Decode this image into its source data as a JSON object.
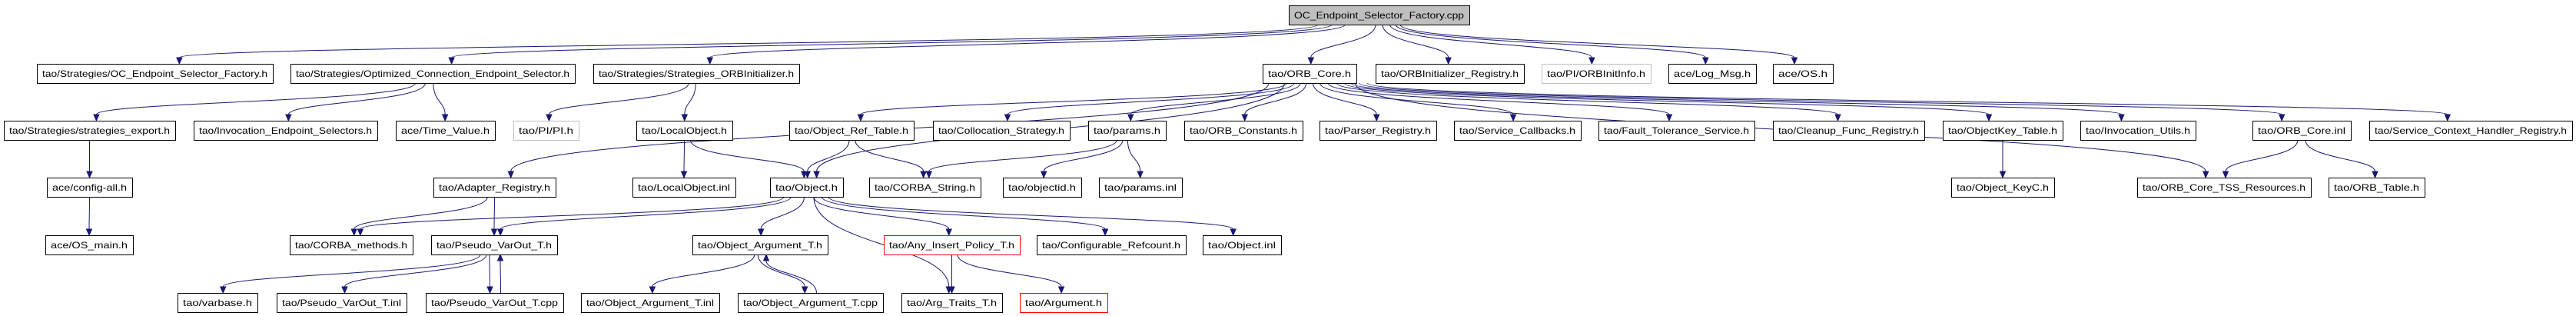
{
  "graph": {
    "edge_color": "#191970",
    "root_fill": "#bfbfbf",
    "nodes": [
      {
        "id": "root",
        "label": "OC_Endpoint_Selector_Factory.cpp",
        "style": "root"
      },
      {
        "id": "ocf_h",
        "label": "tao/Strategies/OC_Endpoint_Selector_Factory.h",
        "style": "normal"
      },
      {
        "id": "oces_h",
        "label": "tao/Strategies/Optimized_Connection_Endpoint_Selector.h",
        "style": "normal"
      },
      {
        "id": "sorbi_h",
        "label": "tao/Strategies/Strategies_ORBInitializer.h",
        "style": "normal"
      },
      {
        "id": "orbcore_h",
        "label": "tao/ORB_Core.h",
        "style": "normal"
      },
      {
        "id": "orbireg_h",
        "label": "tao/ORBInitializer_Registry.h",
        "style": "normal"
      },
      {
        "id": "orbinitinfo_h",
        "label": "tao/PI/ORBInitInfo.h",
        "style": "gray"
      },
      {
        "id": "logmsg_h",
        "label": "ace/Log_Msg.h",
        "style": "normal"
      },
      {
        "id": "os_h",
        "label": "ace/OS.h",
        "style": "normal"
      },
      {
        "id": "sexport_h",
        "label": "tao/Strategies/strategies_export.h",
        "style": "normal"
      },
      {
        "id": "ies_h",
        "label": "tao/Invocation_Endpoint_Selectors.h",
        "style": "normal"
      },
      {
        "id": "timevalue_h",
        "label": "ace/Time_Value.h",
        "style": "normal"
      },
      {
        "id": "pi_h",
        "label": "tao/PI/PI.h",
        "style": "gray"
      },
      {
        "id": "localobject_h",
        "label": "tao/LocalObject.h",
        "style": "normal"
      },
      {
        "id": "objreftable_h",
        "label": "tao/Object_Ref_Table.h",
        "style": "normal"
      },
      {
        "id": "colloc_h",
        "label": "tao/Collocation_Strategy.h",
        "style": "normal"
      },
      {
        "id": "params_h",
        "label": "tao/params.h",
        "style": "normal"
      },
      {
        "id": "orbconst_h",
        "label": "tao/ORB_Constants.h",
        "style": "normal"
      },
      {
        "id": "parserreg_h",
        "label": "tao/Parser_Registry.h",
        "style": "normal"
      },
      {
        "id": "svccb_h",
        "label": "tao/Service_Callbacks.h",
        "style": "normal"
      },
      {
        "id": "fts_h",
        "label": "tao/Fault_Tolerance_Service.h",
        "style": "normal"
      },
      {
        "id": "cleanup_h",
        "label": "tao/Cleanup_Func_Registry.h",
        "style": "normal"
      },
      {
        "id": "objkeytable_h",
        "label": "tao/ObjectKey_Table.h",
        "style": "normal"
      },
      {
        "id": "invutils_h",
        "label": "tao/Invocation_Utils.h",
        "style": "normal"
      },
      {
        "id": "orbcore_inl",
        "label": "tao/ORB_Core.inl",
        "style": "normal"
      },
      {
        "id": "schr_h",
        "label": "tao/Service_Context_Handler_Registry.h",
        "style": "normal"
      },
      {
        "id": "configall_h",
        "label": "ace/config-all.h",
        "style": "normal"
      },
      {
        "id": "adapterreg_h",
        "label": "tao/Adapter_Registry.h",
        "style": "normal"
      },
      {
        "id": "localobject_inl",
        "label": "tao/LocalObject.inl",
        "style": "normal"
      },
      {
        "id": "object_h",
        "label": "tao/Object.h",
        "style": "normal"
      },
      {
        "id": "corbastring_h",
        "label": "tao/CORBA_String.h",
        "style": "normal"
      },
      {
        "id": "objectid_h",
        "label": "tao/objectid.h",
        "style": "normal"
      },
      {
        "id": "params_inl",
        "label": "tao/params.inl",
        "style": "normal"
      },
      {
        "id": "objkeyc_h",
        "label": "tao/Object_KeyC.h",
        "style": "normal"
      },
      {
        "id": "tss_h",
        "label": "tao/ORB_Core_TSS_Resources.h",
        "style": "normal"
      },
      {
        "id": "orbtable_h",
        "label": "tao/ORB_Table.h",
        "style": "normal"
      },
      {
        "id": "osmain_h",
        "label": "ace/OS_main.h",
        "style": "normal"
      },
      {
        "id": "corbamethods_h",
        "label": "tao/CORBA_methods.h",
        "style": "normal"
      },
      {
        "id": "pvo_h",
        "label": "tao/Pseudo_VarOut_T.h",
        "style": "normal"
      },
      {
        "id": "oat_h",
        "label": "tao/Object_Argument_T.h",
        "style": "normal"
      },
      {
        "id": "aip_h",
        "label": "tao/Any_Insert_Policy_T.h",
        "style": "red"
      },
      {
        "id": "confref_h",
        "label": "tao/Configurable_Refcount.h",
        "style": "normal"
      },
      {
        "id": "object_inl",
        "label": "tao/Object.inl",
        "style": "normal"
      },
      {
        "id": "varbase_h",
        "label": "tao/varbase.h",
        "style": "normal"
      },
      {
        "id": "pvo_inl",
        "label": "tao/Pseudo_VarOut_T.inl",
        "style": "normal"
      },
      {
        "id": "pvo_cpp",
        "label": "tao/Pseudo_VarOut_T.cpp",
        "style": "normal"
      },
      {
        "id": "oat_inl",
        "label": "tao/Object_Argument_T.inl",
        "style": "normal"
      },
      {
        "id": "oat_cpp",
        "label": "tao/Object_Argument_T.cpp",
        "style": "normal"
      },
      {
        "id": "argtraits_h",
        "label": "tao/Arg_Traits_T.h",
        "style": "normal"
      },
      {
        "id": "argument_h",
        "label": "tao/Argument.h",
        "style": "red"
      }
    ],
    "edges": [
      [
        "root",
        "ocf_h"
      ],
      [
        "root",
        "oces_h"
      ],
      [
        "root",
        "sorbi_h"
      ],
      [
        "root",
        "orbcore_h"
      ],
      [
        "root",
        "orbireg_h"
      ],
      [
        "root",
        "orbinitinfo_h"
      ],
      [
        "root",
        "logmsg_h"
      ],
      [
        "root",
        "os_h"
      ],
      [
        "oces_h",
        "sexport_h"
      ],
      [
        "oces_h",
        "ies_h"
      ],
      [
        "oces_h",
        "timevalue_h"
      ],
      [
        "sorbi_h",
        "pi_h"
      ],
      [
        "sorbi_h",
        "localobject_h"
      ],
      [
        "sexport_h",
        "configall_h"
      ],
      [
        "configall_h",
        "osmain_h"
      ],
      [
        "orbcore_h",
        "adapterreg_h"
      ],
      [
        "orbcore_h",
        "object_h"
      ],
      [
        "orbcore_h",
        "objreftable_h"
      ],
      [
        "orbcore_h",
        "colloc_h"
      ],
      [
        "orbcore_h",
        "params_h"
      ],
      [
        "orbcore_h",
        "orbconst_h"
      ],
      [
        "orbcore_h",
        "parserreg_h"
      ],
      [
        "orbcore_h",
        "svccb_h"
      ],
      [
        "orbcore_h",
        "fts_h"
      ],
      [
        "orbcore_h",
        "cleanup_h"
      ],
      [
        "orbcore_h",
        "objkeytable_h"
      ],
      [
        "orbcore_h",
        "invutils_h"
      ],
      [
        "orbcore_h",
        "orbcore_inl"
      ],
      [
        "orbcore_h",
        "schr_h"
      ],
      [
        "orbcore_h",
        "tss_h"
      ],
      [
        "localobject_h",
        "localobject_inl"
      ],
      [
        "localobject_h",
        "object_h"
      ],
      [
        "objreftable_h",
        "object_h"
      ],
      [
        "objreftable_h",
        "corbastring_h"
      ],
      [
        "params_h",
        "corbastring_h"
      ],
      [
        "params_h",
        "objectid_h"
      ],
      [
        "params_h",
        "params_inl"
      ],
      [
        "objkeytable_h",
        "objkeyc_h"
      ],
      [
        "orbcore_inl",
        "tss_h"
      ],
      [
        "orbcore_inl",
        "orbtable_h"
      ],
      [
        "adapterreg_h",
        "corbamethods_h"
      ],
      [
        "adapterreg_h",
        "pvo_h"
      ],
      [
        "object_h",
        "corbamethods_h"
      ],
      [
        "object_h",
        "pvo_h"
      ],
      [
        "object_h",
        "oat_h"
      ],
      [
        "object_h",
        "argtraits_h"
      ],
      [
        "object_h",
        "aip_h"
      ],
      [
        "object_h",
        "confref_h"
      ],
      [
        "object_h",
        "object_inl"
      ],
      [
        "pvo_h",
        "varbase_h"
      ],
      [
        "pvo_h",
        "pvo_inl"
      ],
      [
        "pvo_h",
        "pvo_cpp"
      ],
      [
        "pvo_cpp",
        "pvo_h"
      ],
      [
        "oat_h",
        "oat_inl"
      ],
      [
        "oat_h",
        "oat_cpp"
      ],
      [
        "oat_cpp",
        "oat_h"
      ],
      [
        "aip_h",
        "argtraits_h"
      ],
      [
        "aip_h",
        "argument_h"
      ]
    ]
  }
}
